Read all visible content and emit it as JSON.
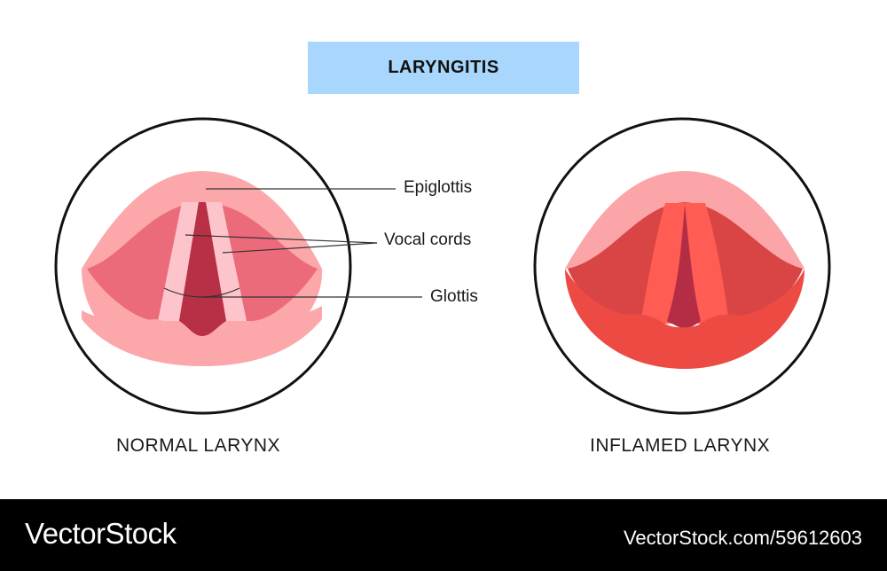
{
  "title": "LARYNGITIS",
  "labels": {
    "epiglottis": "Epiglottis",
    "vocal_cords": "Vocal cords",
    "glottis": "Glottis"
  },
  "captions": {
    "normal": "NORMAL LARYNX",
    "inflamed": "INFLAMED LARYNX"
  },
  "footer": {
    "brand": "VectorStock",
    "image_id": "VectorStock.com/59612603"
  },
  "colors": {
    "title_bg": "#a9d6fc",
    "normal": {
      "outer": "#fca7aa",
      "inner": "#ec6b7b",
      "cords": "#fdc5cb",
      "glottis": "#b83045"
    },
    "inflamed": {
      "outer": "#fca5a8",
      "inner": "#d94545",
      "cords": "#ff5c54",
      "glottis": "#b52d45",
      "lower": "#ee4a44"
    }
  }
}
